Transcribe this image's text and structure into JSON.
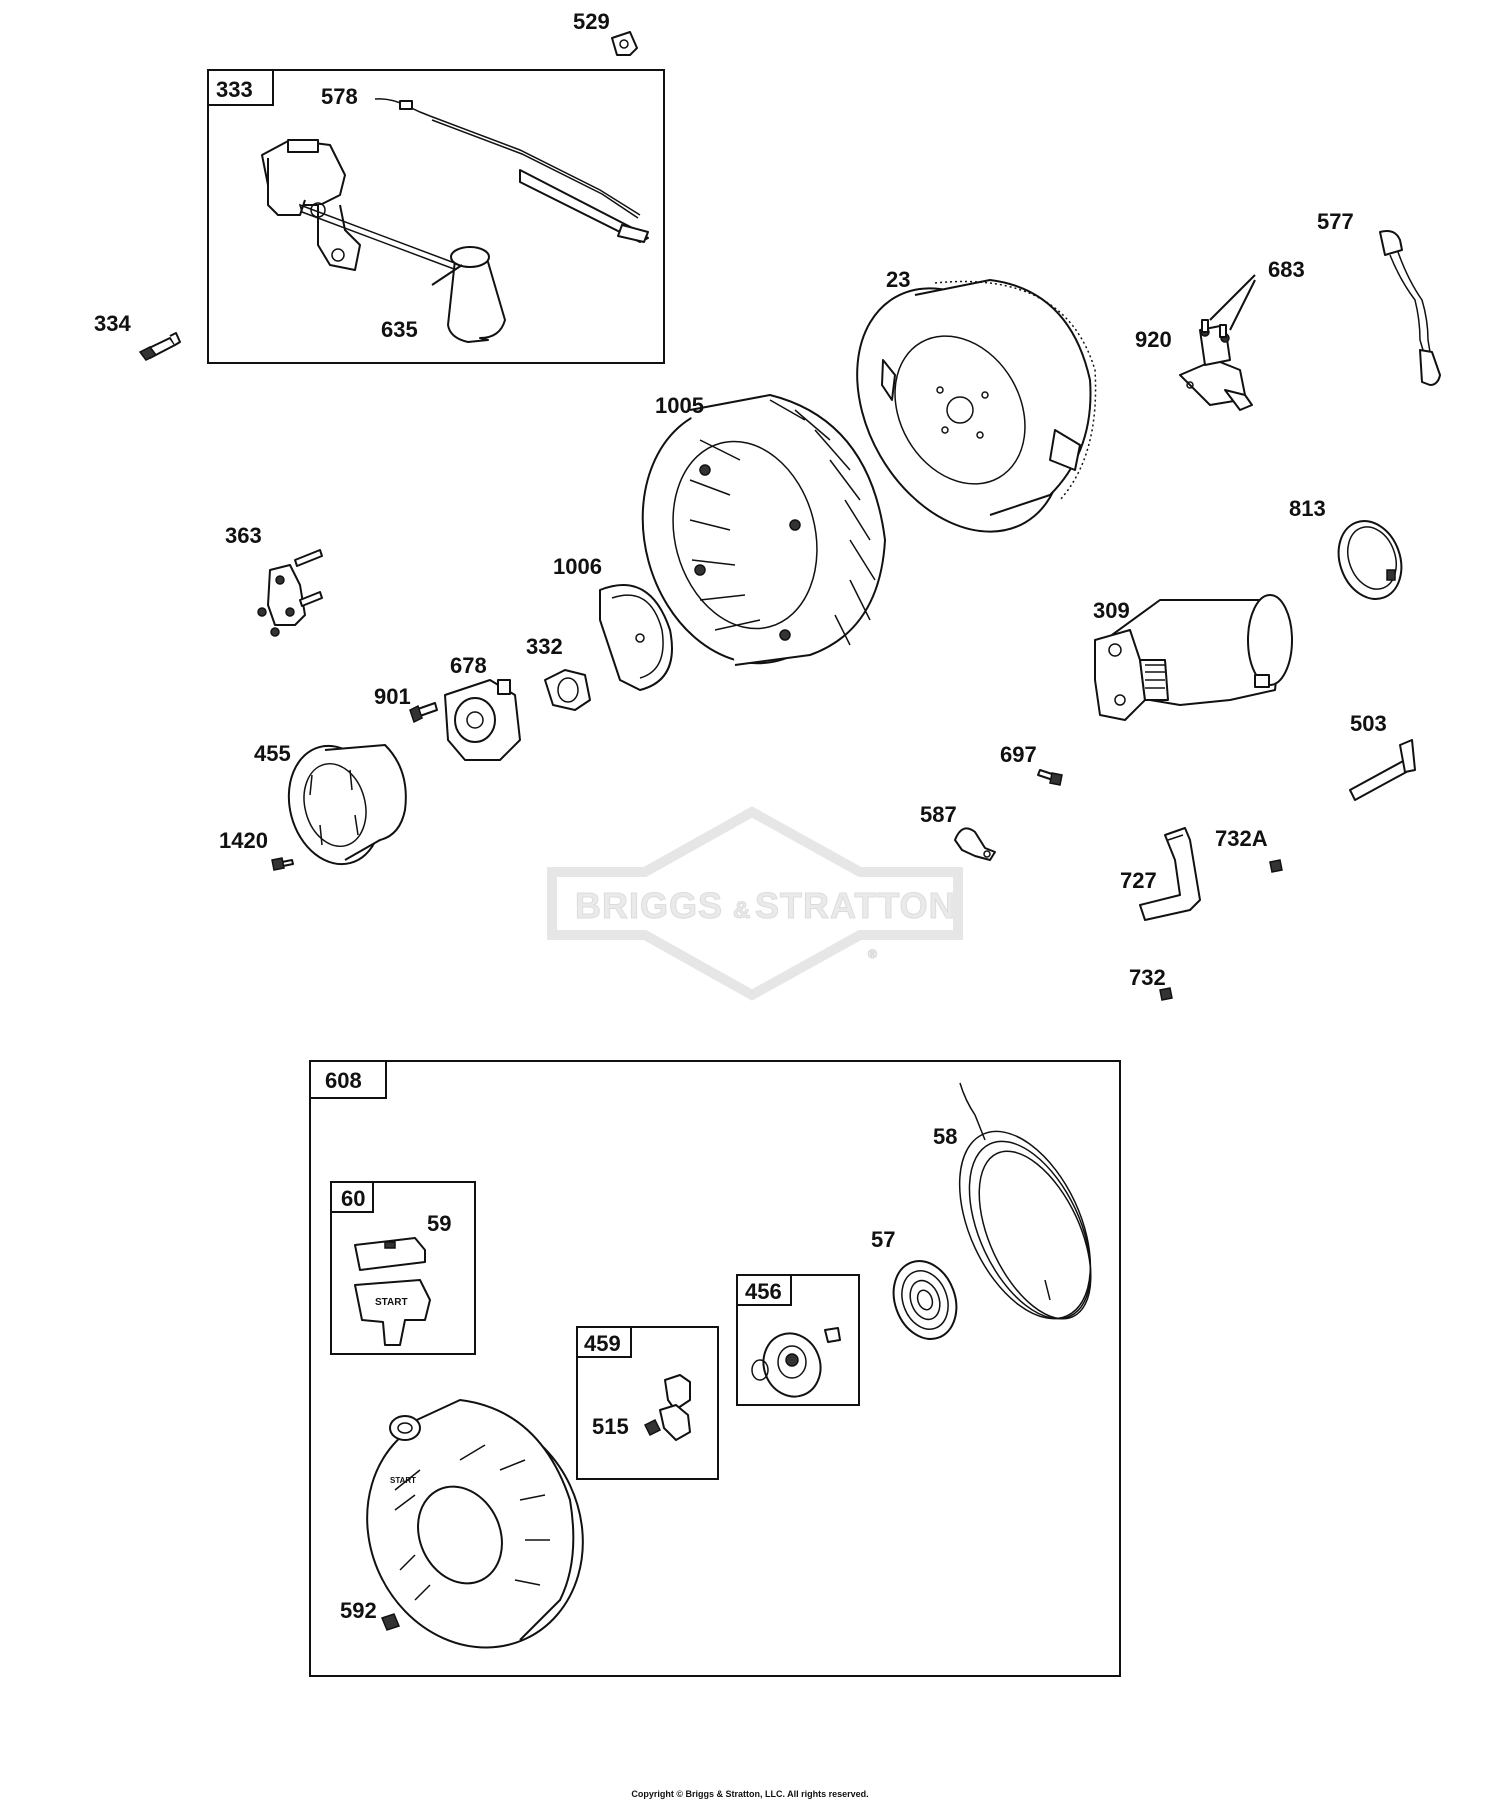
{
  "parts": {
    "p529": "529",
    "p333": "333",
    "p578": "578",
    "p635": "635",
    "p334": "334",
    "p23": "23",
    "p577": "577",
    "p683": "683",
    "p920": "920",
    "p1005": "1005",
    "p813": "813",
    "p363": "363",
    "p1006": "1006",
    "p309": "309",
    "p332": "332",
    "p678": "678",
    "p901": "901",
    "p455": "455",
    "p503": "503",
    "p697": "697",
    "p587": "587",
    "p1420": "1420",
    "p732A": "732A",
    "p727": "727",
    "p732": "732",
    "p608": "608",
    "p58": "58",
    "p60": "60",
    "p59": "59",
    "p57": "57",
    "p456": "456",
    "p459": "459",
    "p515": "515",
    "p592": "592"
  },
  "watermark": {
    "left": "BRIGGS",
    "amp": "&",
    "right": "STRATTON",
    "registered": "®"
  },
  "handle_text": "START",
  "shroud_text": "START",
  "copyright": "Copyright © Briggs & Stratton, LLC. All rights reserved."
}
